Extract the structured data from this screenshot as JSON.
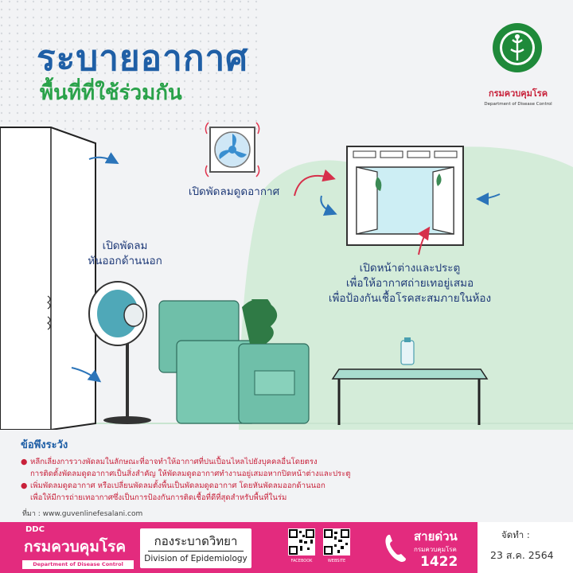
{
  "header": {
    "title": "ระบายอากาศ",
    "subtitle": "พื้นที่ที่ใช้ร่วมกัน",
    "dept_thai": "กรมควบคุมโรค",
    "dept_en": "Department of Disease Control"
  },
  "illustration": {
    "exhaust_fan_label": "เปิดพัดลมดูดอากาศ",
    "fan_label_line1": "เปิดพัดลม",
    "fan_label_line2": "หันออกด้านนอก",
    "window_label_line1": "เปิดหน้าต่างและประตู",
    "window_label_line2": "เพื่อให้อากาศถ่ายเทอยู่เสมอ",
    "window_label_line3": "เพื่อป้องกันเชื้อโรคสะสมภายในห้อง"
  },
  "caution": {
    "title": "ข้อพึงระวัง",
    "bullet1_line1": "หลีกเลี่ยงการวางพัดลมในลักษณะที่อาจทำให้อากาศที่ปนเปื้อนไหลไปยังบุคคลอื่นโดยตรง",
    "bullet1_line2": "การติดตั้งพัดลมดูดอากาศเป็นสิ่งสำคัญ ให้พัดลมดูดอากาศทำงานอยู่เสมอหากปิดหน้าต่างและประตู",
    "bullet2_line1": "เพิ่มพัดลมดูดอากาศ หรือเปลี่ยนพัดลมตั้งพื้นเป็นพัดลมดูดอากาศ โดยหันพัดลมออกด้านนอก",
    "bullet2_line2": "เพื่อให้มีการถ่ายเทอากาศซึ่งเป็นการป้องกันการติดเชื้อที่ดีที่สุดสำหรับพื้นที่ในร่ม"
  },
  "source": "ที่มา : www.guvenlinefesalani.com",
  "footer": {
    "ddc_small": "DDC",
    "ddc_thai": "กรมควบคุมโรค",
    "ddc_en": "Department of Disease Control",
    "epi_thai": "กองระบาดวิทยา",
    "epi_en": "Division of Epidemiology",
    "qr1_caption": "FACEBOOK",
    "qr2_caption": "WEBSITE",
    "hotline_label": "สายด่วน",
    "hotline_sub": "กรมควบคุมโรค",
    "hotline_number": "1422",
    "made_label": "จัดทำ :",
    "made_date": "23 ส.ค. 2564"
  },
  "colors": {
    "title_blue": "#1f5fa6",
    "subtitle_green": "#2aa24a",
    "caution_red": "#c8213a",
    "footer_pink": "#e32b7e",
    "sofa_teal": "#6fbfa9"
  }
}
